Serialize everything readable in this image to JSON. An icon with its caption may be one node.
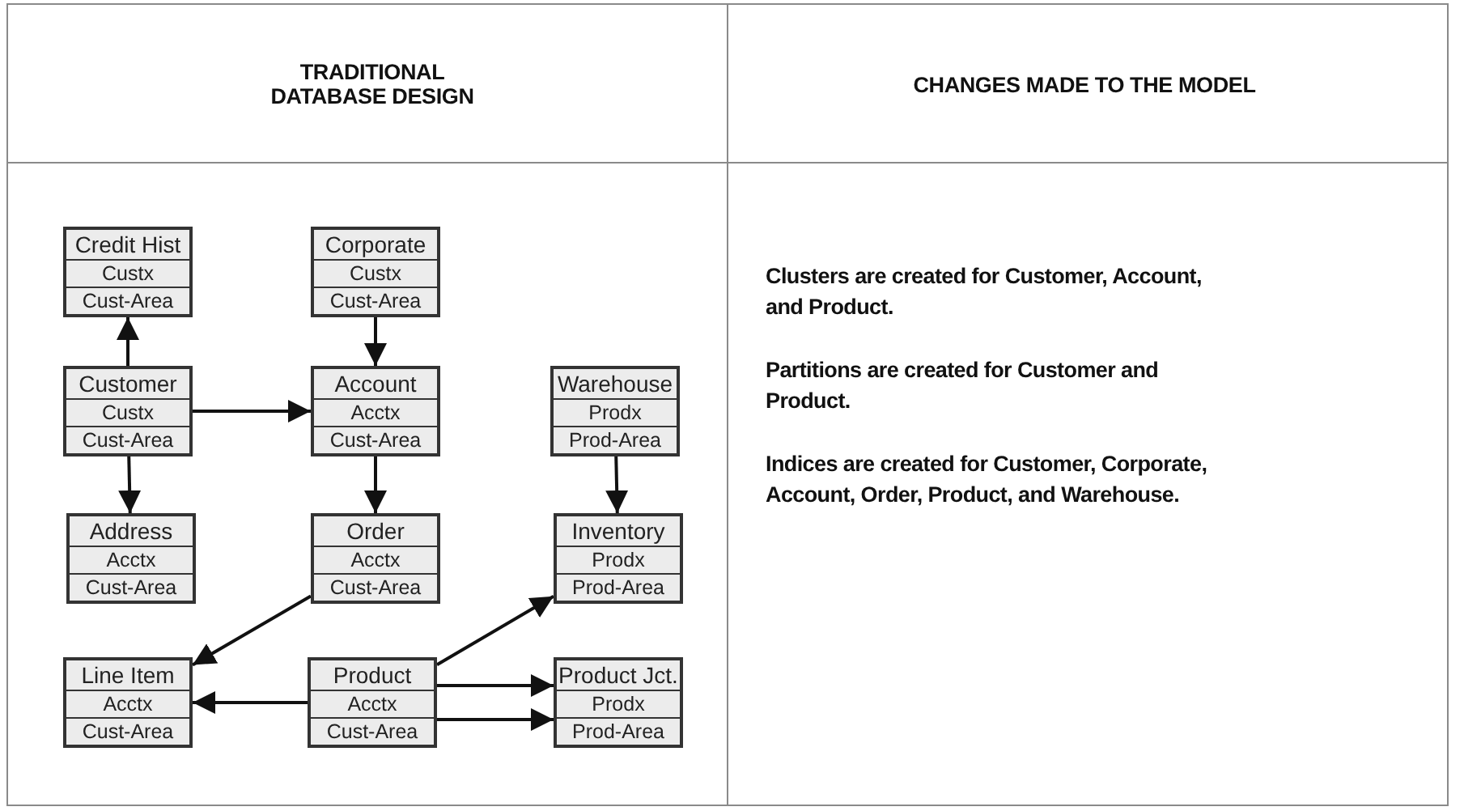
{
  "diagram": {
    "nodes": [
      {
        "text": [
          "Credit Hist",
          "Custx",
          "Cust-Area"
        ]
      },
      {
        "text": [
          "Corporate",
          "Custx",
          "Cust-Area"
        ]
      },
      {
        "text": [
          "Customer",
          "Custx",
          "Cust-Area"
        ]
      },
      {
        "text": [
          "Account",
          "Acctx",
          "Cust-Area"
        ]
      },
      {
        "text": [
          "Warehouse",
          "Prodx",
          "Prod-Area"
        ]
      },
      {
        "text": [
          "Address",
          "Acctx",
          "Cust-Area"
        ]
      },
      {
        "text": [
          "Order",
          "Acctx",
          "Cust-Area"
        ]
      },
      {
        "text": [
          "Inventory",
          "Prodx",
          "Prod-Area"
        ]
      },
      {
        "text": [
          "Line Item",
          "Acctx",
          "Cust-Area"
        ]
      },
      {
        "text": [
          "Product",
          "Acctx",
          "Cust-Area"
        ]
      },
      {
        "text": [
          "Product Jct.",
          "Prodx",
          "Prod-Area"
        ]
      }
    ],
    "edges": [
      {
        "from": 2,
        "to": 0,
        "arrow": "to"
      },
      {
        "from": 1,
        "to": 3,
        "arrow": "to"
      },
      {
        "from": 2,
        "to": 3,
        "arrow": "to"
      },
      {
        "from": 2,
        "to": 5,
        "arrow": "to"
      },
      {
        "from": 3,
        "to": 6,
        "arrow": "to"
      },
      {
        "from": 4,
        "to": 7,
        "arrow": "to"
      },
      {
        "from": 6,
        "to": 8,
        "arrow": "to"
      },
      {
        "from": 9,
        "to": 7,
        "arrow": "to"
      },
      {
        "from": 9,
        "to": 8,
        "arrow": "to"
      },
      {
        "from": 9,
        "to": 10,
        "arrow": "to"
      },
      {
        "from": 9,
        "to": 10,
        "arrow": "to"
      }
    ],
    "labels": [
      "TRADITIONAL DATABASE DESIGN",
      "CHANGES MADE TO THE MODEL",
      "Clusters are created for Customer, Account, and Product.",
      "Partitions are created for Customer and Product.",
      "Indices are created for Customer, Corporate, Account, Order, Product, and Warehouse."
    ]
  }
}
